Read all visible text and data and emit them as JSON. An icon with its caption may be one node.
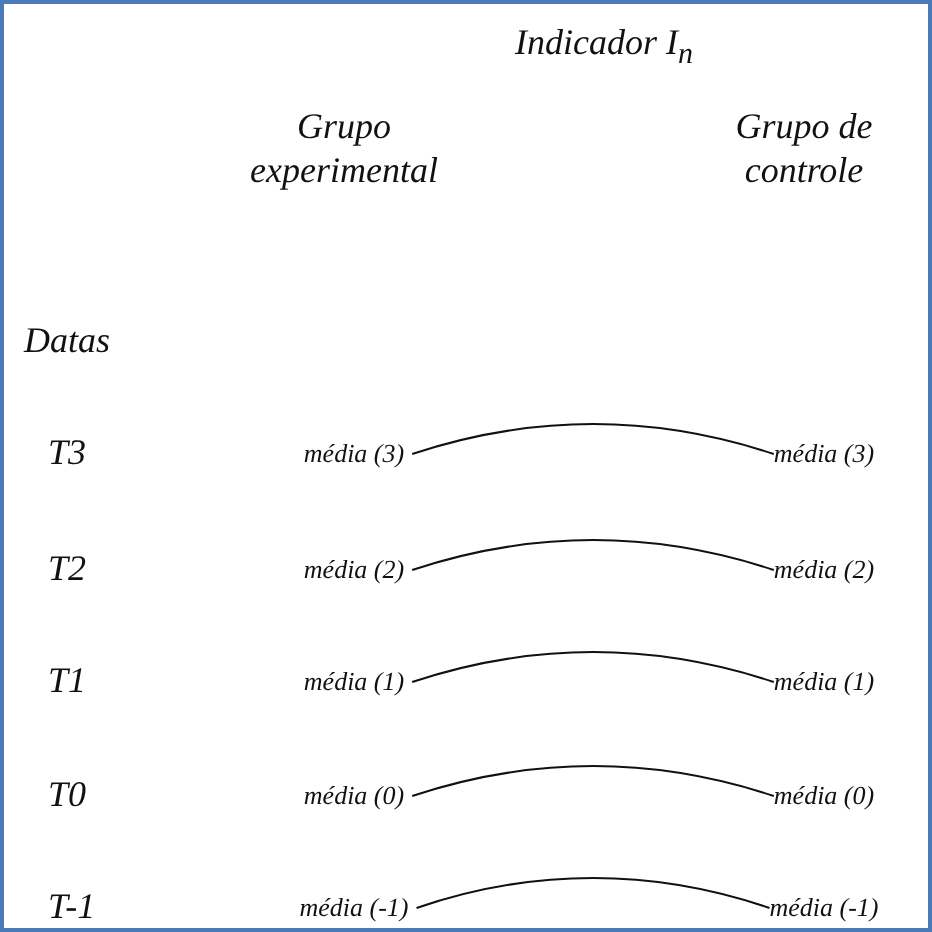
{
  "diagram": {
    "title": "Indicador I$_{n}$",
    "nodes": [
      {
        "text": [
          "média (3)"
        ]
      },
      {
        "text": [
          "média (3)"
        ]
      },
      {
        "text": [
          "média (2)"
        ]
      },
      {
        "text": [
          "média (2)"
        ]
      },
      {
        "text": [
          "média (1)"
        ]
      },
      {
        "text": [
          "média (1)"
        ]
      },
      {
        "text": [
          "média (0)"
        ]
      },
      {
        "text": [
          "média (0)"
        ]
      },
      {
        "text": [
          "média (-1)"
        ]
      },
      {
        "text": [
          "média (-1)"
        ]
      }
    ],
    "edges": [
      {
        "from": 0,
        "to": 1,
        "arrow": "none"
      },
      {
        "from": 2,
        "to": 3,
        "arrow": "none"
      },
      {
        "from": 4,
        "to": 5,
        "arrow": "none"
      },
      {
        "from": 6,
        "to": 7,
        "arrow": "none"
      },
      {
        "from": 8,
        "to": 9,
        "arrow": "none"
      }
    ],
    "labels": [
      "Grupo experimental",
      "Grupo de controle",
      "Datas",
      "T3",
      "T2",
      "T1",
      "T0",
      "T-1"
    ]
  }
}
